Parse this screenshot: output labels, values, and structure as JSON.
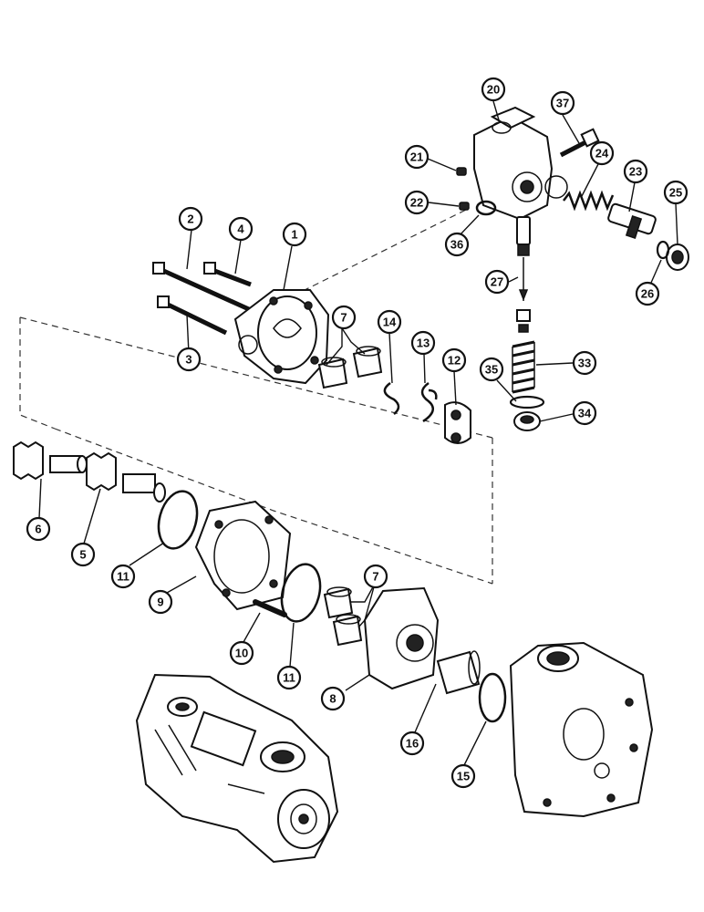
{
  "diagram": {
    "callouts": [
      {
        "id": "c20",
        "label": "20"
      },
      {
        "id": "c37",
        "label": "37"
      },
      {
        "id": "c21",
        "label": "21"
      },
      {
        "id": "c24",
        "label": "24"
      },
      {
        "id": "c23",
        "label": "23"
      },
      {
        "id": "c25",
        "label": "25"
      },
      {
        "id": "c22",
        "label": "22"
      },
      {
        "id": "c36",
        "label": "36"
      },
      {
        "id": "c26",
        "label": "26"
      },
      {
        "id": "c27",
        "label": "27"
      },
      {
        "id": "c2",
        "label": "2"
      },
      {
        "id": "c4",
        "label": "4"
      },
      {
        "id": "c1",
        "label": "1"
      },
      {
        "id": "c7a",
        "label": "7"
      },
      {
        "id": "c14",
        "label": "14"
      },
      {
        "id": "c13",
        "label": "13"
      },
      {
        "id": "c12",
        "label": "12"
      },
      {
        "id": "c33",
        "label": "33"
      },
      {
        "id": "c35",
        "label": "35"
      },
      {
        "id": "c34",
        "label": "34"
      },
      {
        "id": "c3",
        "label": "3"
      },
      {
        "id": "c6",
        "label": "6"
      },
      {
        "id": "c5",
        "label": "5"
      },
      {
        "id": "c11a",
        "label": "11"
      },
      {
        "id": "c9",
        "label": "9"
      },
      {
        "id": "c7b",
        "label": "7"
      },
      {
        "id": "c10",
        "label": "10"
      },
      {
        "id": "c11b",
        "label": "11"
      },
      {
        "id": "c8",
        "label": "8"
      },
      {
        "id": "c16",
        "label": "16"
      },
      {
        "id": "c15",
        "label": "15"
      }
    ]
  }
}
